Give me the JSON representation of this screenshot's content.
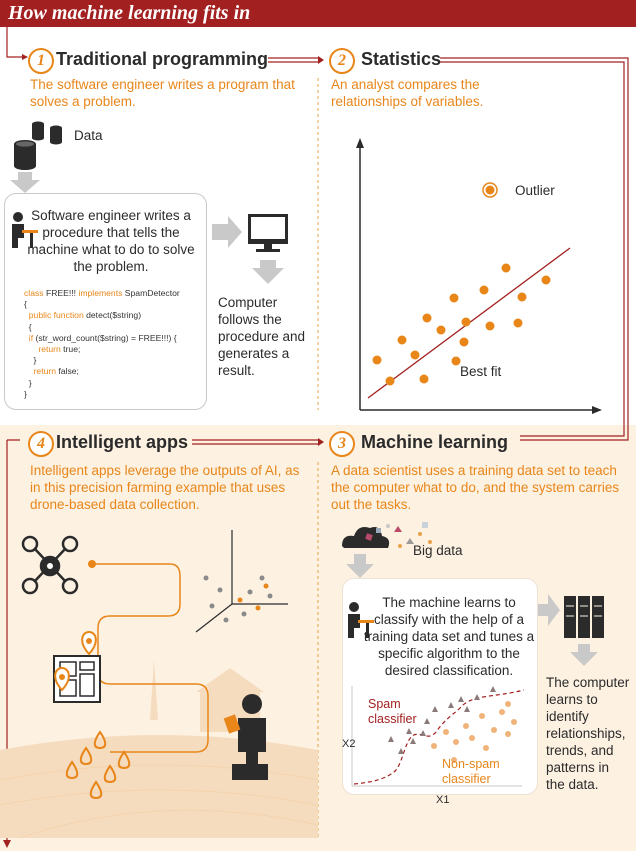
{
  "banner": {
    "title": "How machine learning fits in"
  },
  "sections": {
    "traditional": {
      "number": "1",
      "title": "Traditional programming",
      "desc": "The software engineer writes a program that solves a problem.",
      "data_label": "Data",
      "box_text": "Software engineer writes a procedure that tells the machine what to do to solve the problem.",
      "computer_text": "Computer follows the procedure and generates a result."
    },
    "statistics": {
      "number": "2",
      "title": "Statistics",
      "desc": "An analyst compares the relationships of variables.",
      "outlier_label": "Outlier",
      "bestfit_label": "Best fit"
    },
    "ml": {
      "number": "3",
      "title": "Machine learning",
      "desc": "A data scientist uses a training data set to teach the computer what to do, and the system carries out the tasks.",
      "bigdata_label": "Big data",
      "box_text": "The machine learns to classify with the help of a training data set and tunes a specific algorithm to the desired classification.",
      "spam_label": "Spam classifier",
      "nonspam_label": "Non-spam classifier",
      "x_axis": "X1",
      "y_axis": "X2",
      "computer_text": "The computer learns to identify relationships, trends, and patterns in the data."
    },
    "apps": {
      "number": "4",
      "title": "Intelligent apps",
      "desc": "Intelligent apps leverage the outputs of AI, as in this precision farming example that uses drone-based data collection."
    }
  },
  "code": [
    {
      "parts": [
        {
          "k": "class",
          "c": "kw"
        },
        {
          "k": " FREE!!! ",
          "c": ""
        },
        {
          "k": "implements",
          "c": "kw"
        },
        {
          "k": " SpamDetector",
          "c": ""
        }
      ]
    },
    {
      "parts": [
        {
          "k": "{",
          "c": ""
        }
      ]
    },
    {
      "parts": [
        {
          "k": "  ",
          "c": ""
        },
        {
          "k": "public function",
          "c": "kw"
        },
        {
          "k": " detect($string)",
          "c": ""
        }
      ]
    },
    {
      "parts": [
        {
          "k": "  {",
          "c": ""
        }
      ]
    },
    {
      "parts": [
        {
          "k": "  ",
          "c": ""
        },
        {
          "k": "if",
          "c": "kw"
        },
        {
          "k": " (str_word_count($string) = FREE!!!) {",
          "c": ""
        }
      ]
    },
    {
      "parts": [
        {
          "k": "      ",
          "c": ""
        },
        {
          "k": "return",
          "c": "kw"
        },
        {
          "k": " true;",
          "c": ""
        }
      ]
    },
    {
      "parts": [
        {
          "k": "    }",
          "c": ""
        }
      ]
    },
    {
      "parts": [
        {
          "k": "    ",
          "c": ""
        },
        {
          "k": "return",
          "c": "kw"
        },
        {
          "k": " false;",
          "c": ""
        }
      ]
    },
    {
      "parts": [
        {
          "k": "  }",
          "c": ""
        }
      ]
    },
    {
      "parts": [
        {
          "k": "}",
          "c": ""
        }
      ]
    }
  ],
  "colors": {
    "accent": "#e8861a",
    "brand_red": "#a32020",
    "panel": "#fdf1e2",
    "gray": "#c9c9c9"
  }
}
